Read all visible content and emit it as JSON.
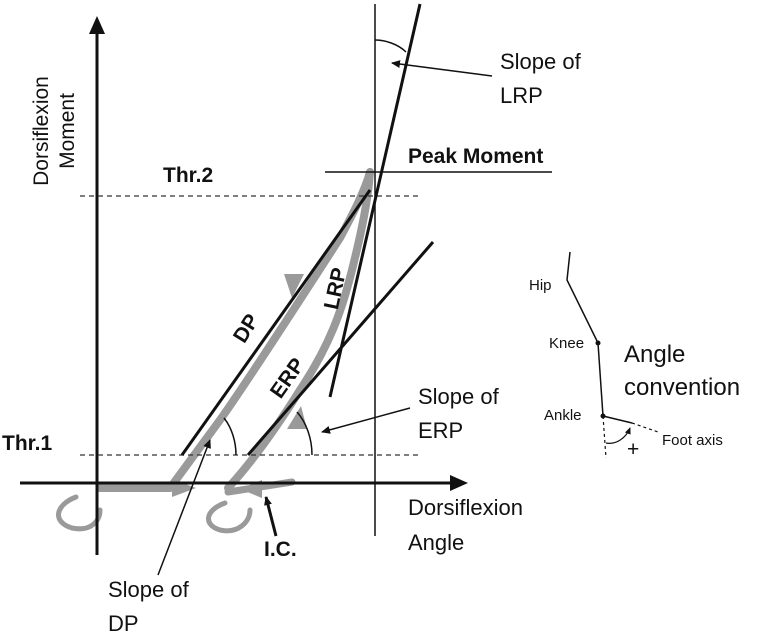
{
  "axes": {
    "y_label_line1": "Dorsiflexion",
    "y_label_line2": "Moment",
    "x_label_line1": "Dorsiflexion",
    "x_label_line2": "Angle"
  },
  "thresholds": {
    "thr1": "Thr.1",
    "thr2": "Thr.2",
    "peak": "Peak Moment"
  },
  "phases": {
    "dp": "DP",
    "lrp": "LRP",
    "erp": "ERP"
  },
  "annotations": {
    "slope_lrp_line1": "Slope of",
    "slope_lrp_line2": "LRP",
    "slope_erp_line1": "Slope of",
    "slope_erp_line2": "ERP",
    "slope_dp_line1": "Slope of",
    "slope_dp_line2": "DP",
    "ic": "I.C."
  },
  "inset": {
    "hip": "Hip",
    "knee": "Knee",
    "ankle": "Ankle",
    "foot_axis": "Foot axis",
    "plus": "+",
    "title_line1": "Angle",
    "title_line2": "convention"
  },
  "colors": {
    "loop": "#9a9a9a",
    "ink": "#111111"
  }
}
